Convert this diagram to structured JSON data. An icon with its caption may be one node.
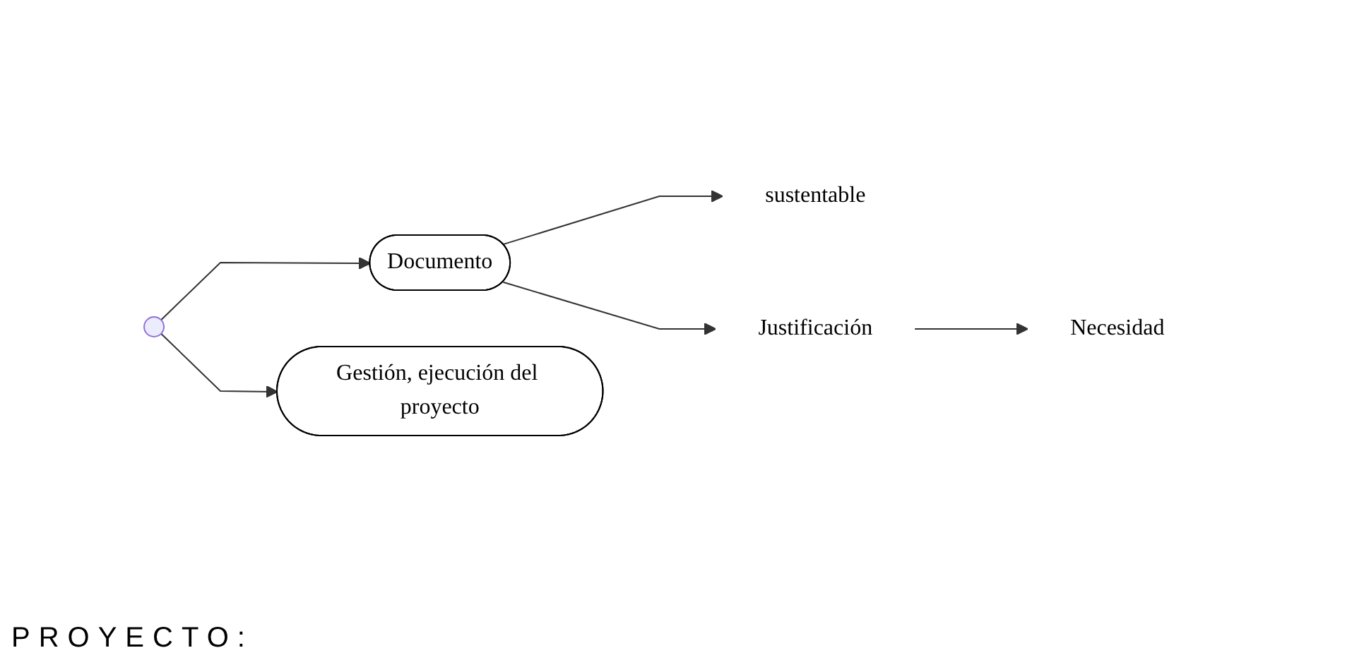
{
  "diagram": {
    "nodes": [
      {
        "text": [
          "Documento"
        ]
      },
      {
        "text": [
          "Gestión, ejecución del proyecto"
        ]
      },
      {
        "text": [
          "sustentable"
        ]
      },
      {
        "text": [
          "Justificación"
        ]
      },
      {
        "text": [
          "Necesidad"
        ]
      }
    ],
    "edges": [
      {
        "from": null,
        "to": 0,
        "arrow": "to"
      },
      {
        "from": null,
        "to": 1,
        "arrow": "to"
      },
      {
        "from": 0,
        "to": 2,
        "arrow": "to"
      },
      {
        "from": 0,
        "to": 3,
        "arrow": "to"
      },
      {
        "from": 3,
        "to": 4,
        "arrow": "to"
      }
    ],
    "labels": [
      "PROYECTO:"
    ]
  }
}
